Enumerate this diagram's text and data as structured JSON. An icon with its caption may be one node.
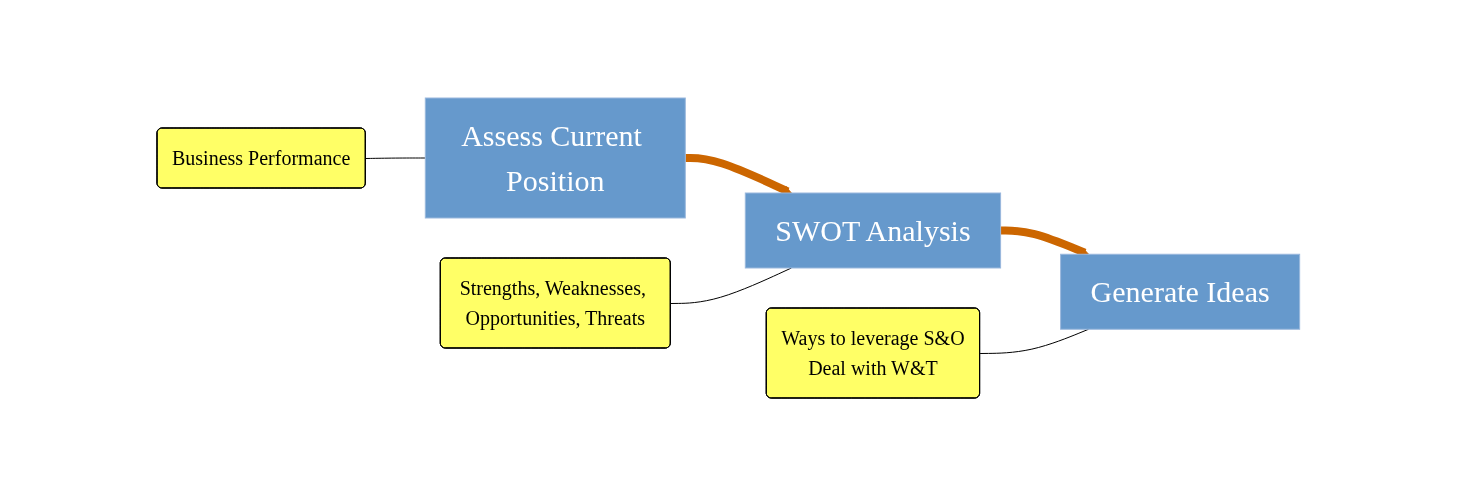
{
  "diagram": {
    "nodes": [
      {
        "text": [
          "Assess Current Position"
        ]
      },
      {
        "text": [
          "SWOT Analysis"
        ]
      },
      {
        "text": [
          "Generate Ideas"
        ]
      },
      {
        "text": [
          "Business Performance"
        ]
      },
      {
        "text": [
          "Strengths, Weaknesses, Opportunities, Threats"
        ]
      },
      {
        "text": [
          "Ways to leverage S&O",
          "Deal with W&T"
        ]
      }
    ],
    "edges": [
      {
        "from": 0,
        "to": 1,
        "arrow": "to",
        "style": "thick",
        "color": "#cc6600"
      },
      {
        "from": 1,
        "to": 2,
        "arrow": "to",
        "style": "thick",
        "color": "#cc6600"
      },
      {
        "from": 3,
        "to": 0,
        "arrow": "none"
      },
      {
        "from": 4,
        "to": 1,
        "arrow": "none"
      },
      {
        "from": 5,
        "to": 2,
        "arrow": "none"
      }
    ]
  }
}
